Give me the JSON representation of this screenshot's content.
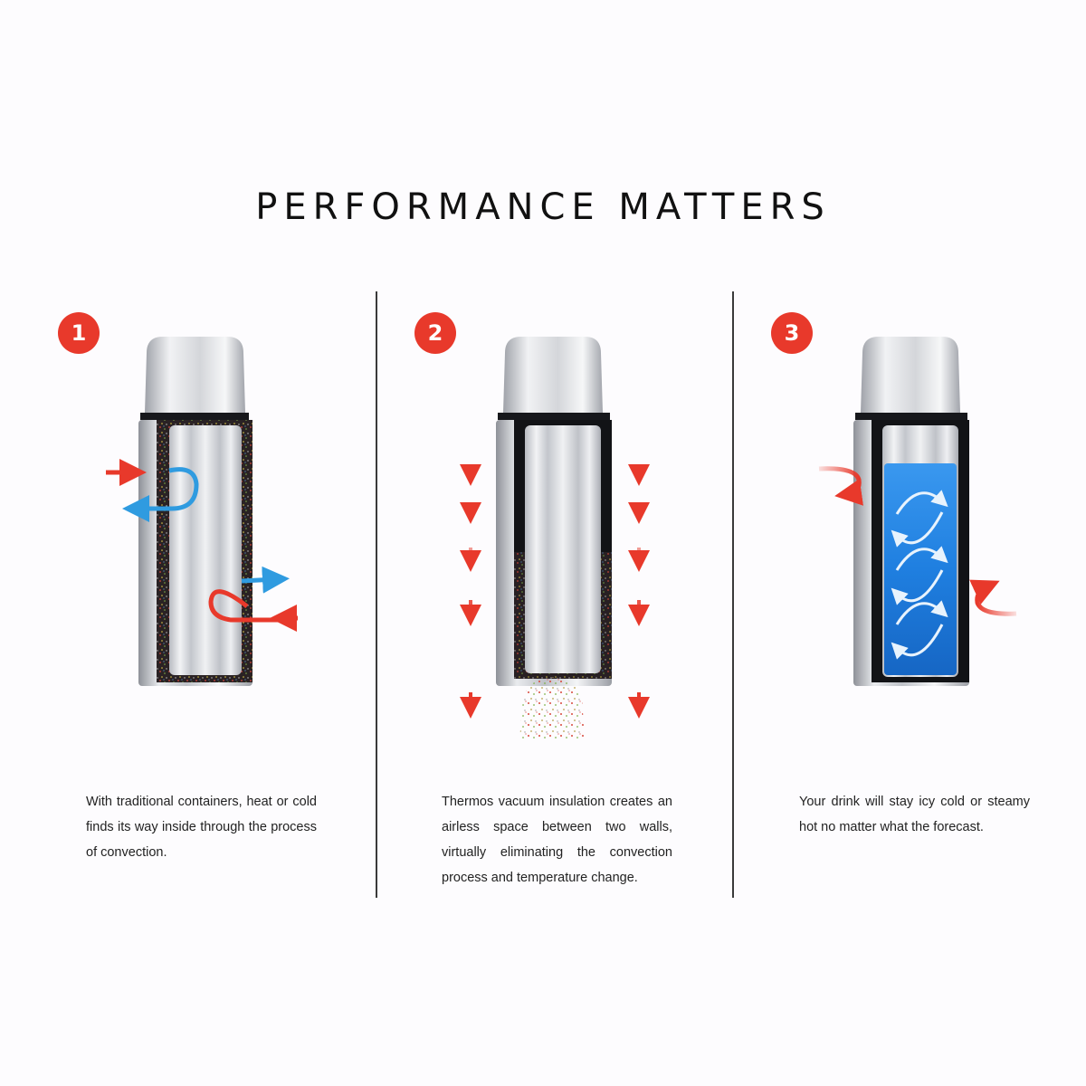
{
  "header": {
    "title": "PERFORMANCE MATTERS"
  },
  "panels": [
    {
      "number": "1",
      "text": "With traditional containers, heat or cold finds its way inside through the process of convection."
    },
    {
      "number": "2",
      "text": "Thermos vacuum insulation creates an airless space between two walls, virtually eliminating the convection process and temperature change."
    },
    {
      "number": "3",
      "text": "Your drink will stay icy cold or steamy hot no matter what the forecast."
    }
  ],
  "colors": {
    "badge": "#e8392b",
    "heat_arrow": "#e8392b",
    "cold_arrow": "#2f9be0",
    "liquid": "#1f7fe0",
    "steel": "#c9ccd2"
  },
  "icons": [
    "thermos-cutaway",
    "heat-arrow-icon",
    "cold-arrow-icon",
    "down-arrow-icon",
    "wave-arrow-icon"
  ]
}
